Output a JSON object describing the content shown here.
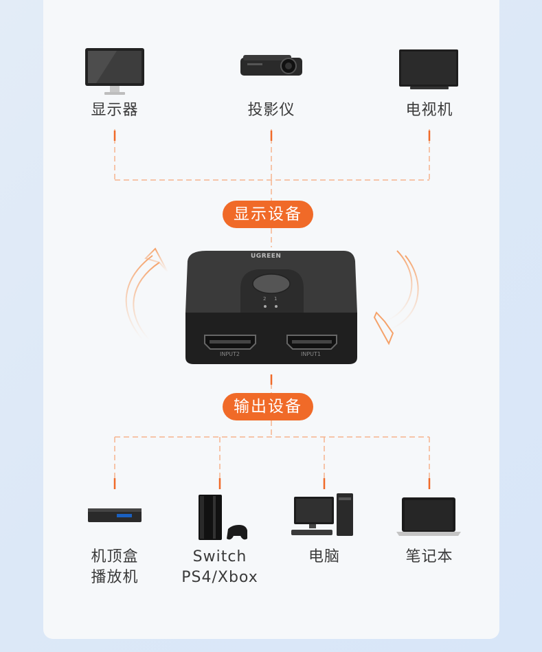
{
  "top_devices": {
    "monitor": "显示器",
    "projector": "投影仪",
    "tv": "电视机"
  },
  "display_pill": "显示设备",
  "output_pill": "输出设备",
  "switcher": {
    "brand": "UGREEN",
    "port2": "INPUT2",
    "port1": "INPUT1",
    "led_labels": [
      "2",
      "1"
    ]
  },
  "bottom_devices": {
    "settop_line1": "机顶盒",
    "settop_line2": "播放机",
    "console_line1": "Switch",
    "console_line2": "PS4/Xbox",
    "computer": "电脑",
    "laptop": "笔记本"
  },
  "colors": {
    "accent": "#f06a28",
    "dash": "#f5b38c"
  }
}
